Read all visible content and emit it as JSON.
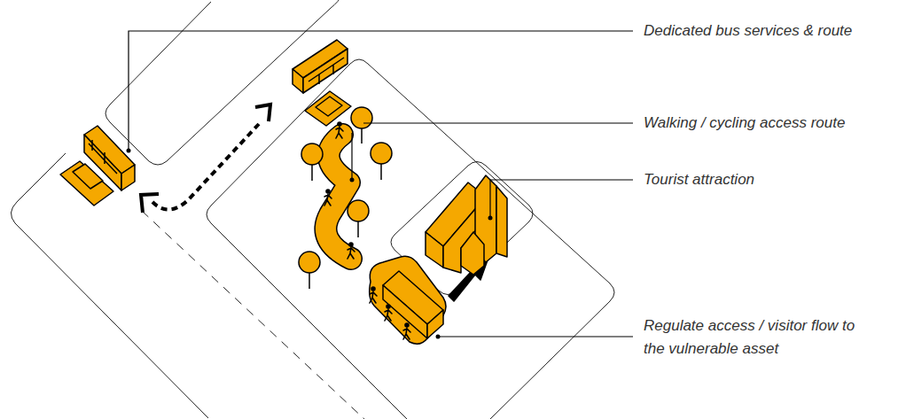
{
  "diagram": {
    "labels": [
      "Dedicated bus services & route",
      "Walking / cycling access route",
      "Tourist attraction",
      "Regulate access / visitor flow to the vulnerable asset"
    ]
  }
}
